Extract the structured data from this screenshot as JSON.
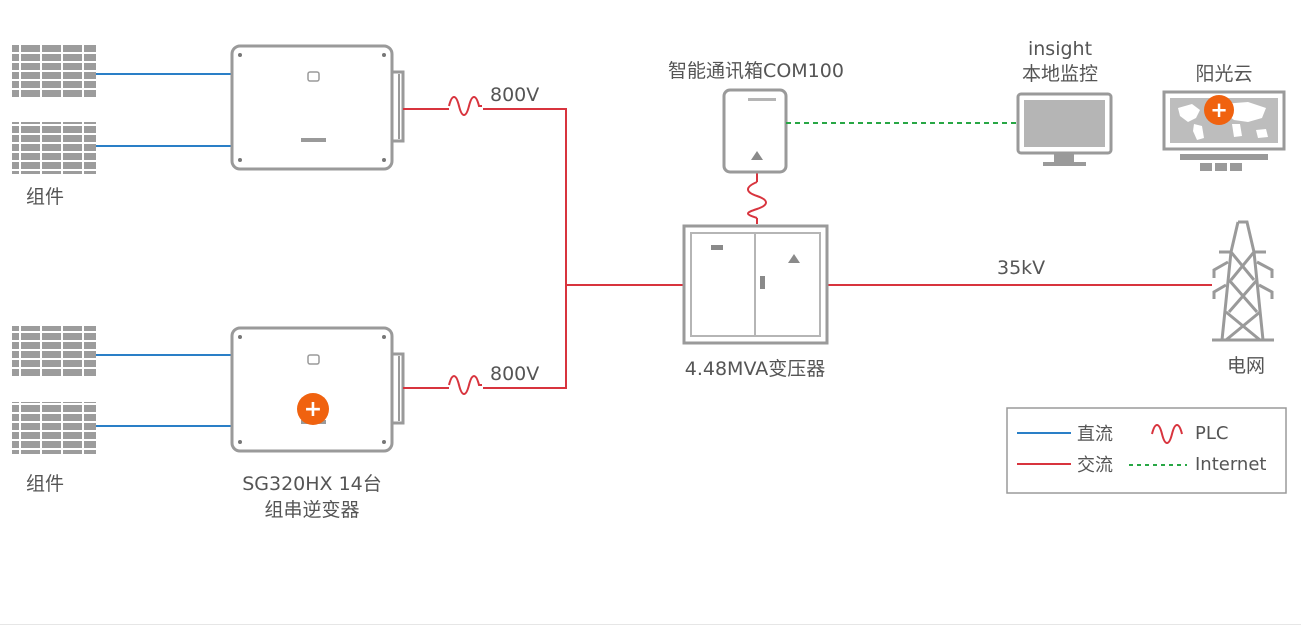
{
  "labels": {
    "panels_top": "组件",
    "panels_bottom": "组件",
    "voltage_top": "800V",
    "voltage_bottom": "800V",
    "inverter_line1": "SG320HX 14台",
    "inverter_line2": "组串逆变器",
    "com_box": "智能通讯箱COM100",
    "transformer": "4.48MVA变压器",
    "insight_line1": "insight",
    "insight_line2": "本地监控",
    "cloud": "阳光云",
    "grid_voltage": "35kV",
    "grid": "电网"
  },
  "legend": {
    "dc": "直流",
    "ac": "交流",
    "plc": "PLC",
    "internet": "Internet"
  },
  "colors": {
    "dc": "#2a7fc7",
    "ac": "#d8343e",
    "internet": "#28a745",
    "device": "#9a9a9a",
    "accent": "#f0620f"
  },
  "icons": {
    "plus_badge": "+"
  }
}
